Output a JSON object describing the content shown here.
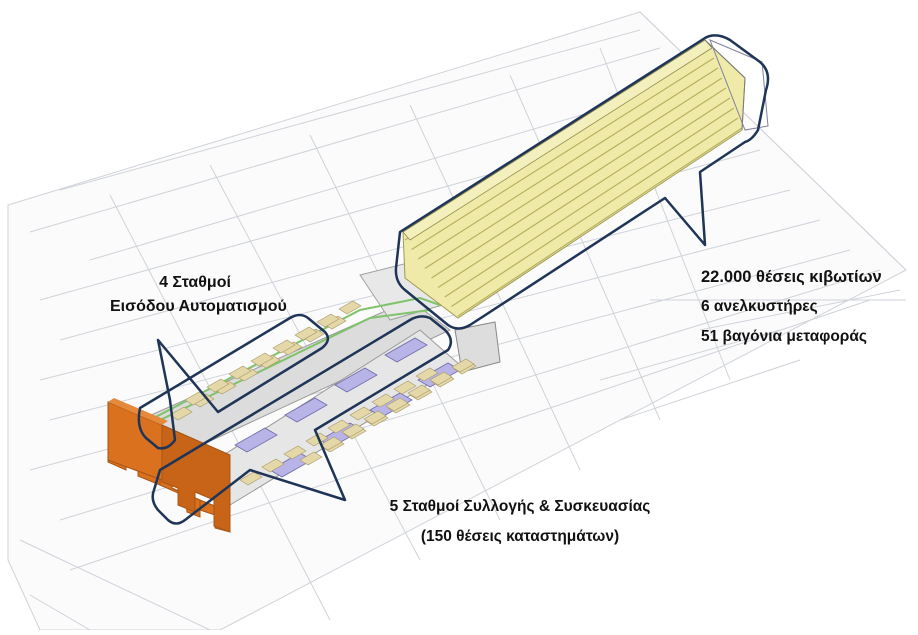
{
  "callouts": {
    "entry": {
      "line1": "4 Σταθμοί",
      "line2": "Εισόδου Αυτοματισμού"
    },
    "storage": {
      "line1": "22.000  θέσεις κιβωτίων",
      "line2": "6 ανελκυστήρες",
      "line3": "51 βαγόνια μεταφοράς"
    },
    "picking": {
      "line1": "5 Σταθμοί Συλλογής & Συσκευασίας",
      "line2": "(150 θέσεις καταστημάτων)"
    }
  },
  "colors": {
    "callout_outline": "#1f3557",
    "racks": "#e9e49a",
    "rack_lines": "#b8b060",
    "orange_wall": "#d9711f",
    "stations": "#b8b4e8",
    "pallets": "#e4d8a8",
    "floor": "#d8d8d8",
    "grid": "#d2d6dc"
  }
}
